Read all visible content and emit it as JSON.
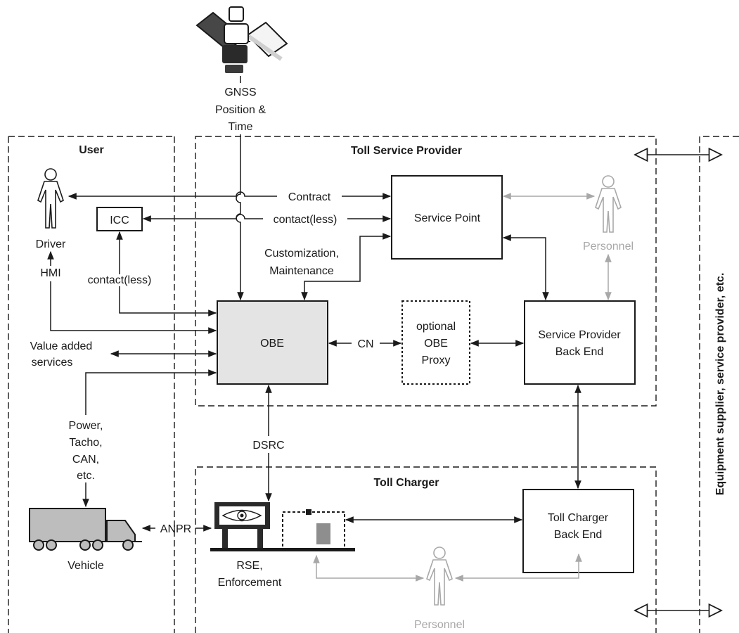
{
  "colors": {
    "line": "#1a1a1a",
    "grey": "#a8a8a8",
    "obe_fill": "#e4e4e4",
    "truck_fill": "#bdbdbd"
  },
  "regions": {
    "user": "User",
    "tsp": "Toll Service Provider",
    "tc": "Toll Charger",
    "equipment": "Equipment supplier, service provider, etc."
  },
  "gnss": {
    "line1": "GNSS",
    "line2": "Position &",
    "line3": "Time",
    "icon": "satellite-icon"
  },
  "actors": {
    "driver": "Driver",
    "tsp_personnel": "Personnel",
    "tc_personnel": "Personnel",
    "vehicle": "Vehicle",
    "rse_line1": "RSE,",
    "rse_line2": "Enforcement"
  },
  "boxes": {
    "icc": "ICC",
    "service_point": "Service Point",
    "obe": "OBE",
    "proxy_line1": "optional",
    "proxy_line2": "OBE",
    "proxy_line3": "Proxy",
    "spbe_line1": "Service Provider",
    "spbe_line2": "Back End",
    "tcbe_line1": "Toll Charger",
    "tcbe_line2": "Back End"
  },
  "links": {
    "contract": "Contract",
    "contactless_top": "contact(less)",
    "custom_line1": "Customization,",
    "custom_line2": "Maintenance",
    "contactless_left": "contact(less)",
    "hmi": "HMI",
    "vas_line1": "Value added",
    "vas_line2": "services",
    "cn": "CN",
    "dsrc": "DSRC",
    "power_line1": "Power,",
    "power_line2": "Tacho,",
    "power_line3": "CAN,",
    "power_line4": "etc.",
    "anpr": "ANPR"
  }
}
